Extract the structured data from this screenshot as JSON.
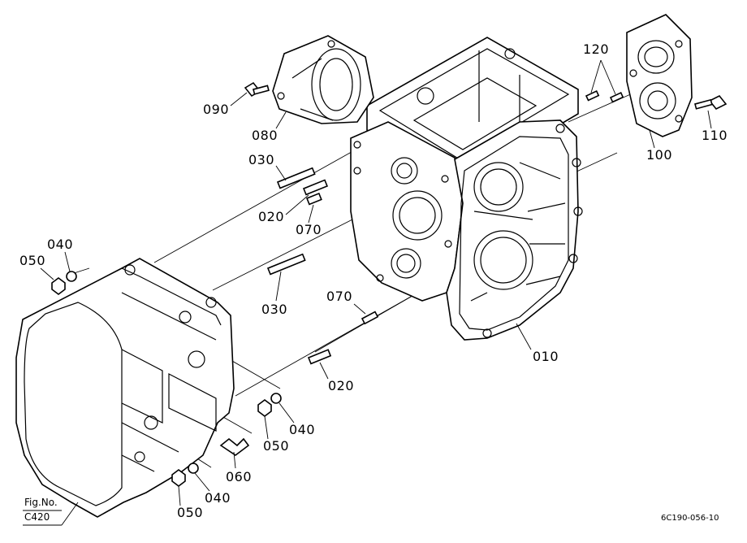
{
  "diagram": {
    "labels": {
      "p010": "010",
      "p020_a": "020",
      "p020_b": "020",
      "p030_a": "030",
      "p030_b": "030",
      "p040_a": "040",
      "p040_b": "040",
      "p040_c": "040",
      "p050_a": "050",
      "p050_b": "050",
      "p050_c": "050",
      "p060": "060",
      "p070_a": "070",
      "p070_b": "070",
      "p080": "080",
      "p090": "090",
      "p100": "100",
      "p110": "110",
      "p120": "120"
    },
    "figure_ref": {
      "line1": "Fig.No.",
      "line2": "C420"
    },
    "drawing_code": "6C190-056-10"
  }
}
